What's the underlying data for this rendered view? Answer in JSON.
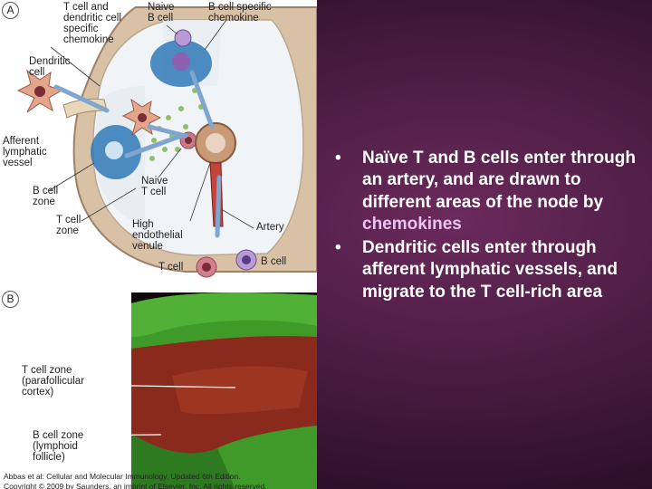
{
  "colors": {
    "background": "#4a1c42",
    "text": "#ffffff",
    "accent_text": "#e9c3f2",
    "micrograph_t_zone": "#8a2a1c",
    "micrograph_b_zone": "#3f9a2a"
  },
  "figure": {
    "panel_a": {
      "letter": "A",
      "labels": {
        "t_cell_dendritic_chemokine": "T cell and\ndendritic cell\nspecific\nchemokine",
        "naive_b_cell": "Naive\nB cell",
        "b_cell_specific_chemokine": "B cell specific\nchemokine",
        "dendritic_cell": "Dendritic\ncell",
        "afferent_lymphatic_vessel": "Afferent\nlymphatic\nvessel",
        "b_cell_zone": "B cell\nzone",
        "naive_t_cell": "Naive\nT cell",
        "t_cell_zone": "T cell\nzone",
        "high_endothelial_venule": "High\nendothelial\nvenule",
        "artery": "Artery",
        "t_cell": "T cell",
        "b_cell": "B cell"
      }
    },
    "panel_b": {
      "letter": "B",
      "labels": {
        "t_cell_zone": "T cell zone\n(parafollicular\ncortex)",
        "b_cell_zone": "B cell zone\n(lymphoid\nfollicle)"
      }
    },
    "citation_line1": "Abbas et al: Cellular and Molecular Immunology, Updated 6th Edition.",
    "citation_line2": "Copyright © 2009 by Saunders, an imprint of Elsevier, Inc. All rights reserved."
  },
  "bullets": [
    {
      "marker": "•",
      "text": "Naïve T and B cells enter through an artery, and are drawn to different areas of the node by ",
      "accent": "chemokines"
    },
    {
      "marker": "•",
      "text": "Dendritic cells enter through afferent lymphatic vessels, and migrate to the T cell-rich area",
      "accent": ""
    }
  ]
}
